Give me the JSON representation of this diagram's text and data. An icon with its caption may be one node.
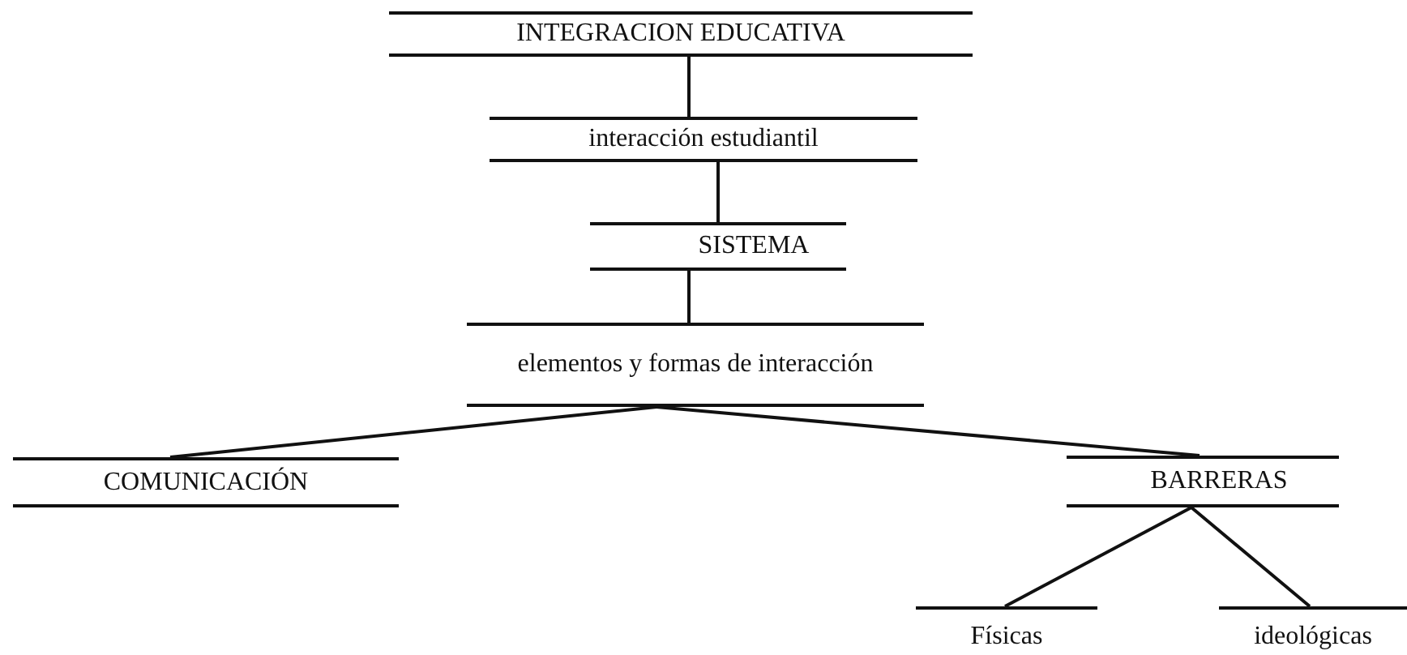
{
  "diagram": {
    "nodes": [
      {
        "text": [
          "INTEGRACION EDUCATIVA"
        ]
      },
      {
        "text": [
          "interacción estudiantil"
        ]
      },
      {
        "text": [
          "SISTEMA"
        ]
      },
      {
        "text": [
          "elementos y formas de interacción"
        ]
      },
      {
        "text": [
          "COMUNICACIÓN"
        ]
      },
      {
        "text": [
          "BARRERAS"
        ]
      },
      {
        "text": [
          "Físicas"
        ]
      },
      {
        "text": [
          "ideológicas"
        ]
      }
    ],
    "edges": [
      {
        "from": 0,
        "to": 1,
        "arrow": "none"
      },
      {
        "from": 1,
        "to": 2,
        "arrow": "none"
      },
      {
        "from": 2,
        "to": 3,
        "arrow": "none"
      },
      {
        "from": 3,
        "to": 4,
        "arrow": "none"
      },
      {
        "from": 3,
        "to": 5,
        "arrow": "none"
      },
      {
        "from": 5,
        "to": 6,
        "arrow": "none"
      },
      {
        "from": 5,
        "to": 7,
        "arrow": "none"
      }
    ]
  }
}
